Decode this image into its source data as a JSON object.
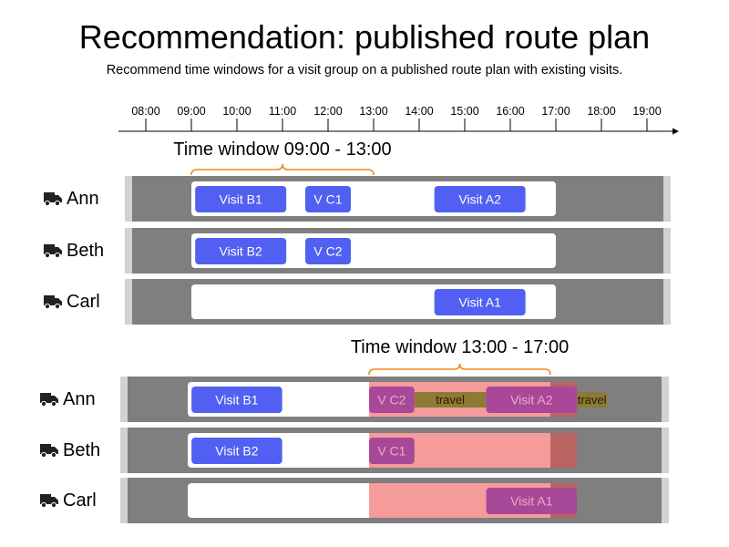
{
  "header": {
    "title": "Recommendation: published route plan",
    "subtitle": "Recommend time windows for a visit group on a published route plan with existing visits."
  },
  "timeline": {
    "ticks": [
      "08:00",
      "09:00",
      "10:00",
      "11:00",
      "12:00",
      "13:00",
      "14:00",
      "15:00",
      "16:00",
      "17:00",
      "18:00",
      "19:00"
    ]
  },
  "scenarios": [
    {
      "window_label": "Time window 09:00 - 13:00",
      "window_start": "09:00",
      "window_end": "13:00",
      "lanes": [
        {
          "name": "Ann",
          "icon": "truck-icon",
          "shift_start": "09:00",
          "shift_end": "17:00",
          "visits": [
            {
              "label": "Visit B1",
              "start": "09:05",
              "end": "11:05",
              "kind": "existing"
            },
            {
              "label": "V C1",
              "start": "11:30",
              "end": "12:30",
              "kind": "existing"
            },
            {
              "label": "Visit A2",
              "start": "14:20",
              "end": "16:20",
              "kind": "existing"
            }
          ]
        },
        {
          "name": "Beth",
          "icon": "truck-icon",
          "shift_start": "09:00",
          "shift_end": "17:00",
          "visits": [
            {
              "label": "Visit B2",
              "start": "09:05",
              "end": "11:05",
              "kind": "existing"
            },
            {
              "label": "V C2",
              "start": "11:30",
              "end": "12:30",
              "kind": "existing"
            }
          ]
        },
        {
          "name": "Carl",
          "icon": "truck-icon",
          "shift_start": "09:00",
          "shift_end": "17:00",
          "visits": [
            {
              "label": "Visit A1",
              "start": "14:20",
              "end": "16:20",
              "kind": "existing"
            }
          ]
        }
      ]
    },
    {
      "window_label": "Time window 13:00 - 17:00",
      "window_start": "13:00",
      "window_end": "17:00",
      "lanes": [
        {
          "name": "Ann",
          "icon": "truck-icon",
          "shift_start": "09:00",
          "shift_end": "17:00",
          "visits": [
            {
              "label": "Visit B1",
              "start": "09:05",
              "end": "11:05",
              "kind": "existing"
            },
            {
              "label": "V C2",
              "start": "13:00",
              "end": "14:00",
              "kind": "recommended"
            },
            {
              "label": "travel",
              "start": "14:00",
              "end": "15:35",
              "kind": "travel"
            },
            {
              "label": "Visit A2",
              "start": "15:35",
              "end": "17:35",
              "kind": "recommended"
            },
            {
              "label": "travel",
              "start": "17:35",
              "end": "18:15",
              "kind": "travel"
            }
          ]
        },
        {
          "name": "Beth",
          "icon": "truck-icon",
          "shift_start": "09:00",
          "shift_end": "17:00",
          "visits": [
            {
              "label": "Visit B2",
              "start": "09:05",
              "end": "11:05",
              "kind": "existing"
            },
            {
              "label": "V C1",
              "start": "13:00",
              "end": "14:00",
              "kind": "recommended"
            }
          ]
        },
        {
          "name": "Carl",
          "icon": "truck-icon",
          "shift_start": "09:00",
          "shift_end": "17:00",
          "visits": [
            {
              "label": "Visit A1",
              "start": "15:35",
              "end": "17:35",
              "kind": "recommended"
            }
          ]
        }
      ]
    }
  ],
  "colors": {
    "lane_bg": "#7f7f7f",
    "shift_bg": "#ffffff",
    "existing_visit": "#5160f2",
    "recommended_visit": "#a84898",
    "recommended_zone": "#f59b9a",
    "recommended_zone_edge": "#c45e5e",
    "travel": "#8d7a36",
    "bracket": "#ed8b1f",
    "axis": "#000000"
  }
}
